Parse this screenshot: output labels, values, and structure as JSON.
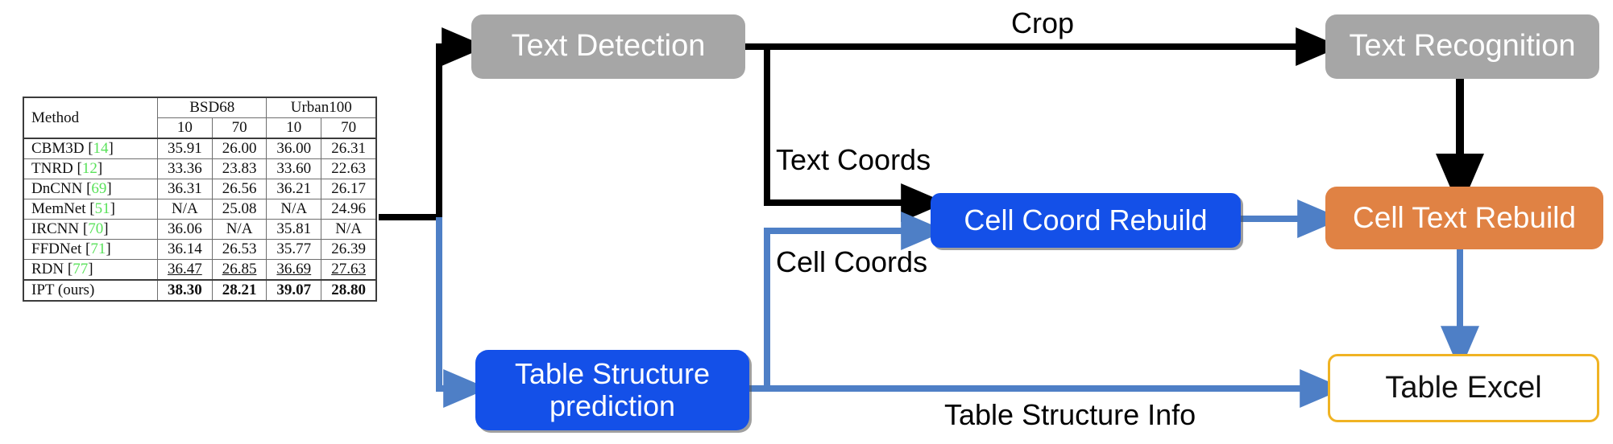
{
  "diagram": {
    "title": "Table recognition pipeline",
    "colors": {
      "gray_box": "#A6A6A6",
      "blue_box": "#1450E8",
      "orange_box": "#E08244",
      "excel_box_border": "#F0B323",
      "black_arrow": "#000000",
      "blue_arrow": "#4E7FC6"
    },
    "nodes": {
      "text_detection": "Text Detection",
      "text_recognition": "Text Recognition",
      "cell_coord_rebuild": "Cell Coord Rebuild",
      "cell_text_rebuild": "Cell Text Rebuild",
      "table_structure_prediction": "Table Structure\nprediction",
      "table_excel": "Table Excel"
    },
    "edge_labels": {
      "crop": "Crop",
      "text_coords": "Text Coords",
      "cell_coords": "Cell Coords",
      "table_structure_info": "Table Structure Info"
    }
  },
  "paper_table": {
    "caption": "",
    "group_headers": [
      {
        "label": "Method",
        "span": 1
      },
      {
        "label": "BSD68",
        "span": 2
      },
      {
        "label": "Urban100",
        "span": 2
      }
    ],
    "sub_headers": [
      "10",
      "70",
      "10",
      "70"
    ],
    "rows": [
      {
        "method": "CBM3D",
        "ref": "14",
        "values": [
          "35.91",
          "26.00",
          "36.00",
          "26.31"
        ],
        "style": "normal"
      },
      {
        "method": "TNRD",
        "ref": "12",
        "values": [
          "33.36",
          "23.83",
          "33.60",
          "22.63"
        ],
        "style": "normal"
      },
      {
        "method": "DnCNN",
        "ref": "69",
        "values": [
          "36.31",
          "26.56",
          "36.21",
          "26.17"
        ],
        "style": "normal"
      },
      {
        "method": "MemNet",
        "ref": "51",
        "values": [
          "N/A",
          "25.08",
          "N/A",
          "24.96"
        ],
        "style": "normal"
      },
      {
        "method": "IRCNN",
        "ref": "70",
        "values": [
          "36.06",
          "N/A",
          "35.81",
          "N/A"
        ],
        "style": "normal"
      },
      {
        "method": "FFDNet",
        "ref": "71",
        "values": [
          "36.14",
          "26.53",
          "35.77",
          "26.39"
        ],
        "style": "normal"
      },
      {
        "method": "RDN",
        "ref": "77",
        "values": [
          "36.47",
          "26.85",
          "36.69",
          "27.63"
        ],
        "style": "underline"
      },
      {
        "method": "IPT (ours)",
        "ref": "",
        "values": [
          "38.30",
          "28.21",
          "39.07",
          "28.80"
        ],
        "style": "bold"
      }
    ]
  }
}
